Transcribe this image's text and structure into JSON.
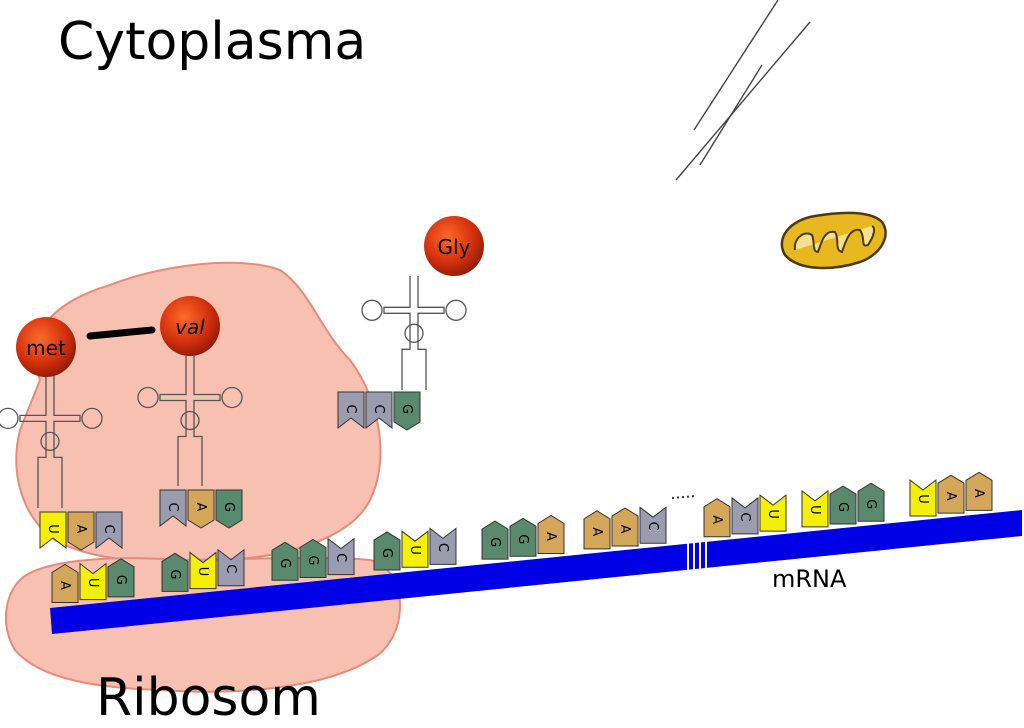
{
  "labels": {
    "cytoplasm": "Cytoplasma",
    "ribosome": "Ribosom",
    "mrna": "mRNA"
  },
  "amino_acids": {
    "met": "met",
    "val": "val",
    "gly": "Gly"
  },
  "mrna_codons": [
    [
      "A",
      "U",
      "G"
    ],
    [
      "G",
      "U",
      "C"
    ],
    [
      "G",
      "G",
      "C"
    ],
    [
      "G",
      "U",
      "C"
    ],
    [
      "G",
      "G",
      "A"
    ],
    [
      "A",
      "A",
      "C"
    ],
    [
      "A",
      "C",
      "U"
    ],
    [
      "U",
      "G",
      "G"
    ],
    [
      "U",
      "A",
      "A"
    ]
  ],
  "anticodons": {
    "met": [
      "U",
      "A",
      "C"
    ],
    "val": [
      "C",
      "A",
      "G"
    ],
    "gly": [
      "C",
      "C",
      "G"
    ]
  },
  "colors": {
    "A": "#d4a65a",
    "U": "#f5f000",
    "G": "#5a8a6e",
    "C": "#9c9cb0",
    "mrna": "#0000e6",
    "ribosome": "#f7c0b0",
    "ribosome_edge": "#e88a7a",
    "amino_acid": "#d93a10",
    "mitochondrion": "#e8b820"
  }
}
